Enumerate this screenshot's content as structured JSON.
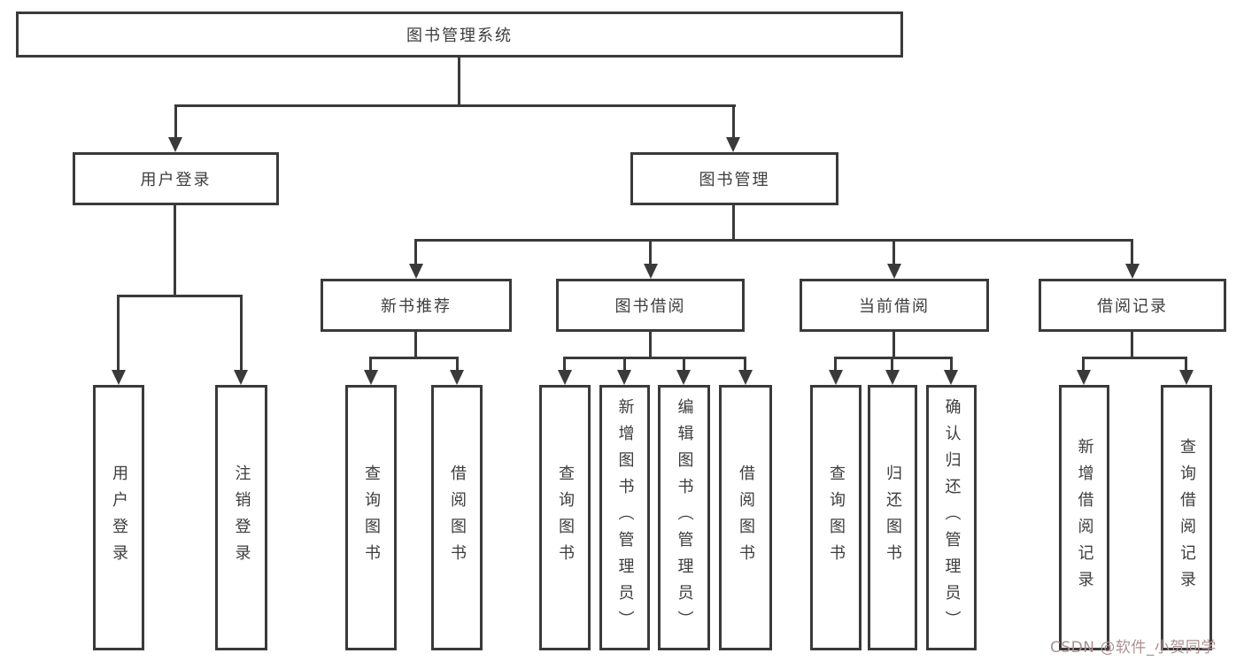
{
  "diagram_title": "图书管理系统",
  "tree": {
    "label": "图书管理系统",
    "children": [
      {
        "label": "用户登录",
        "children": [
          {
            "label": "用户登录"
          },
          {
            "label": "注销登录"
          }
        ]
      },
      {
        "label": "图书管理",
        "children": [
          {
            "label": "新书推荐",
            "children": [
              {
                "label": "查询图书"
              },
              {
                "label": "借阅图书"
              }
            ]
          },
          {
            "label": "图书借阅",
            "children": [
              {
                "label": "查询图书"
              },
              {
                "label": "新增图书（管理员）"
              },
              {
                "label": "编辑图书（管理员）"
              },
              {
                "label": "借阅图书"
              }
            ]
          },
          {
            "label": "当前借阅",
            "children": [
              {
                "label": "查询图书"
              },
              {
                "label": "归还图书"
              },
              {
                "label": "确认归还（管理员）"
              }
            ]
          },
          {
            "label": "借阅记录",
            "children": [
              {
                "label": "新增借阅记录"
              },
              {
                "label": "查询借阅记录"
              }
            ]
          }
        ]
      }
    ]
  },
  "colors": {
    "line": "#3a3a3a",
    "text": "#3d3d3d",
    "background": "#ffffff",
    "watermark": "#ab9091"
  },
  "watermark": "CSDN @软件_小贺同学"
}
